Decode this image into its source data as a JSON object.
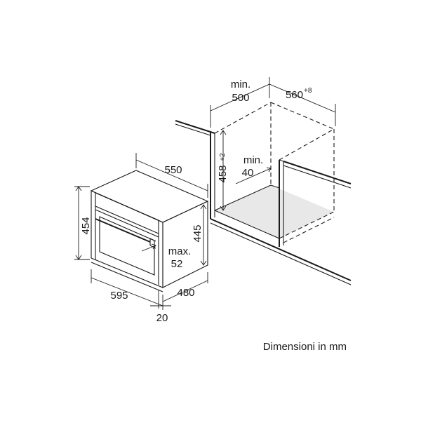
{
  "caption": "Dimensioni in mm",
  "oven": {
    "height_total": "454",
    "width_total": "595",
    "depth_body": "550",
    "depth_total": "480",
    "front_offset": "20",
    "height_body": "445",
    "handle_label_1": "max.",
    "handle_label_2": "52"
  },
  "niche": {
    "min_depth_label_1": "min.",
    "min_depth_label_2": "500",
    "width": "560",
    "width_tolerance": "+8",
    "height": "458",
    "height_tolerance": "+2",
    "gap_label_1": "min.",
    "gap_label_2": "40"
  },
  "colors": {
    "line": "#1a1a1a",
    "floor": "#e8e8e8",
    "background": "#ffffff"
  }
}
